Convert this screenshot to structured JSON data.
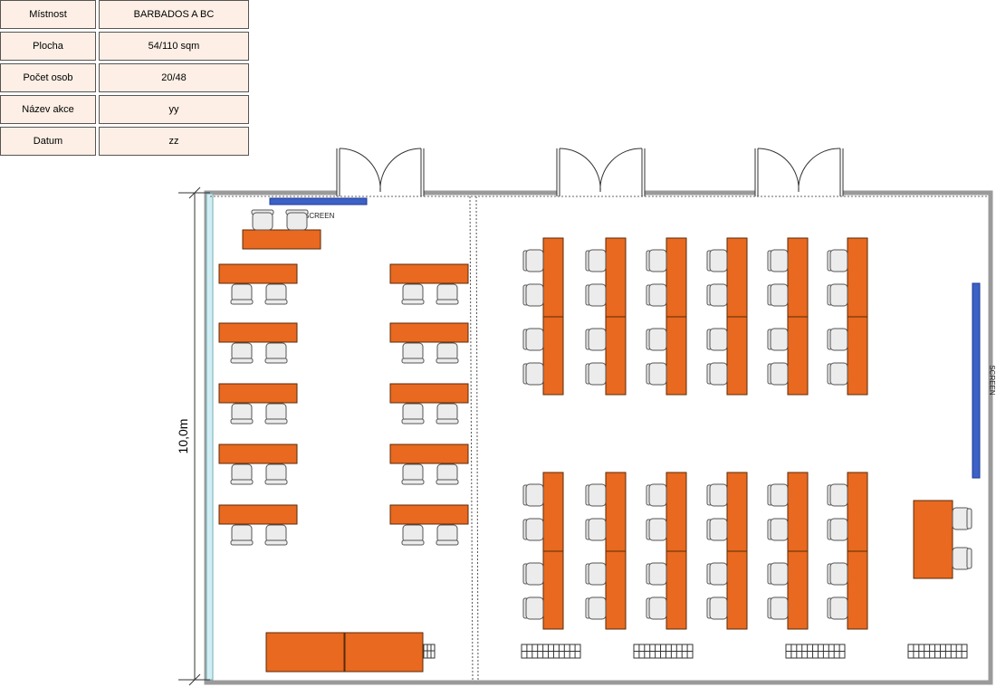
{
  "info_table": {
    "rows": [
      {
        "label": "Místnost",
        "value": "BARBADOS A BC"
      },
      {
        "label": "Plocha",
        "value": "54/110 sqm"
      },
      {
        "label": "Počet osob",
        "value": "20/48"
      },
      {
        "label": "Název akce",
        "value": "yy"
      },
      {
        "label": "Datum",
        "value": "zz"
      }
    ]
  },
  "plan": {
    "dimension_label": "10,0m",
    "screen_left_label": "SCREEN",
    "screen_right_label": "SCREEN"
  },
  "colors": {
    "table": "#e8691f",
    "chair": "#ececec",
    "screen": "#3c62c8",
    "wall": "#9a9a9a",
    "window": "#cfeff5",
    "cell_bg": "#fdefe5"
  }
}
